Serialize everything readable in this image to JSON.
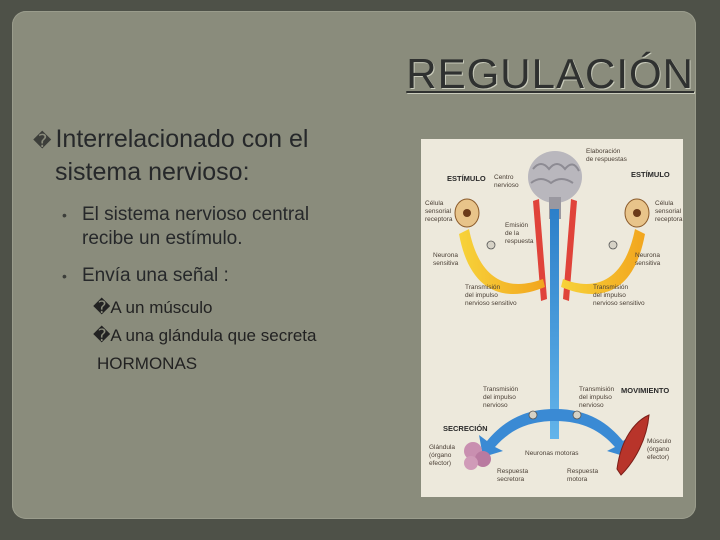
{
  "title": "REGULACIÓN",
  "main_point": {
    "bullet": "�",
    "line1": "Interrelacionado con el",
    "line2": "sistema nervioso:"
  },
  "sub_points": [
    {
      "bullet": "•",
      "line1": "El sistema nervioso central",
      "line2": "recibe un estímulo."
    },
    {
      "bullet": "•",
      "line1": "Envía una señal :",
      "line2": ""
    }
  ],
  "sub_sub_points": [
    {
      "text": "�A un músculo"
    },
    {
      "text": "�A una glándula que secreta"
    },
    {
      "text": "HORMONAS"
    }
  ],
  "diagram": {
    "labels": {
      "estimulo_left": "ESTÍMULO",
      "estimulo_right": "ESTÍMULO",
      "centro_1": "Centro",
      "centro_2": "nervioso",
      "elab_1": "Elaboración",
      "elab_2": "de respuestas",
      "celula_l1": "Célula",
      "celula_l2": "sensorial",
      "celula_l3": "receptora",
      "celula_r1": "Célula",
      "celula_r2": "sensorial",
      "celula_r3": "receptora",
      "emision_1": "Emisión",
      "emision_2": "de la",
      "emision_3": "respuesta",
      "neurona_l1": "Neurona",
      "neurona_l2": "sensitiva",
      "neurona_r1": "Neurona",
      "neurona_r2": "sensitiva",
      "trans_sens_l1": "Transmisión",
      "trans_sens_l2": "del impulso",
      "trans_sens_l3": "nervioso sensitivo",
      "trans_sens_r1": "Transmisión",
      "trans_sens_r2": "del impulso",
      "trans_sens_r3": "nervioso sensitivo",
      "trans_l1": "Transmisión",
      "trans_l2": "del impulso",
      "trans_l3": "nervioso",
      "trans_r1": "Transmisión",
      "trans_r2": "del impulso",
      "trans_r3": "nervioso",
      "movimiento": "MOVIMIENTO",
      "secrecion": "SECRECIÓN",
      "glandula_1": "Glándula",
      "glandula_2": "(órgano",
      "glandula_3": "efector)",
      "musculo_1": "Músculo",
      "musculo_2": "(órgano",
      "musculo_3": "efector)",
      "neuronas_motoras": "Neuronas motoras",
      "resp_sec_1": "Respuesta",
      "resp_sec_2": "secretora",
      "resp_mot_1": "Respuesta",
      "resp_mot_2": "motora"
    }
  }
}
